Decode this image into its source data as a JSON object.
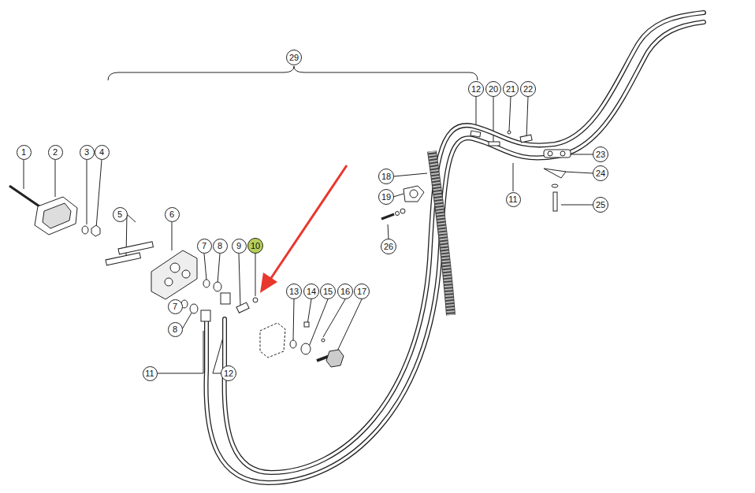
{
  "diagram": {
    "nodes": [
      {
        "text": [
          "29"
        ]
      },
      {
        "text": [
          "12"
        ]
      },
      {
        "text": [
          "20"
        ]
      },
      {
        "text": [
          "21"
        ]
      },
      {
        "text": [
          "22"
        ]
      },
      {
        "text": [
          "1"
        ]
      },
      {
        "text": [
          "2"
        ]
      },
      {
        "text": [
          "3"
        ]
      },
      {
        "text": [
          "4"
        ]
      },
      {
        "text": [
          "23"
        ]
      },
      {
        "text": [
          "24"
        ]
      },
      {
        "text": [
          "18"
        ]
      },
      {
        "text": [
          "19"
        ]
      },
      {
        "text": [
          "11"
        ]
      },
      {
        "text": [
          "25"
        ]
      },
      {
        "text": [
          "5"
        ]
      },
      {
        "text": [
          "6"
        ]
      },
      {
        "text": [
          "7"
        ]
      },
      {
        "text": [
          "8"
        ]
      },
      {
        "text": [
          "9"
        ]
      },
      {
        "text": [
          "10"
        ]
      },
      {
        "text": [
          "26"
        ]
      },
      {
        "text": [
          "13"
        ]
      },
      {
        "text": [
          "14"
        ]
      },
      {
        "text": [
          "15"
        ]
      },
      {
        "text": [
          "16"
        ]
      },
      {
        "text": [
          "17"
        ]
      },
      {
        "text": [
          "7"
        ]
      },
      {
        "text": [
          "8"
        ]
      },
      {
        "text": [
          "11"
        ]
      },
      {
        "text": [
          "12"
        ]
      }
    ]
  }
}
